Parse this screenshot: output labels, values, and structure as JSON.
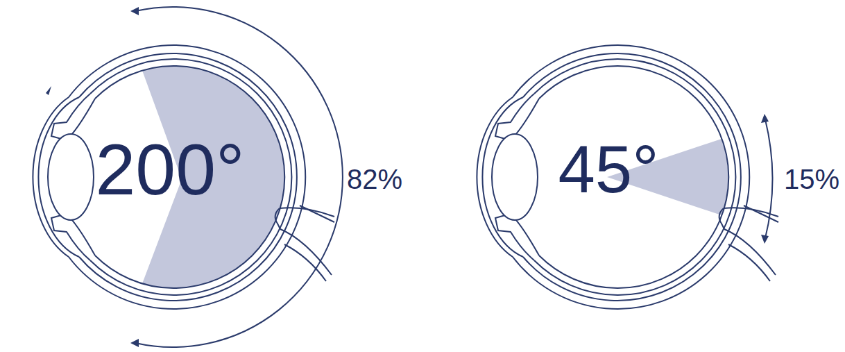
{
  "diagram": {
    "labels": [
      "200°",
      "82%",
      "45°",
      "15%"
    ]
  }
}
